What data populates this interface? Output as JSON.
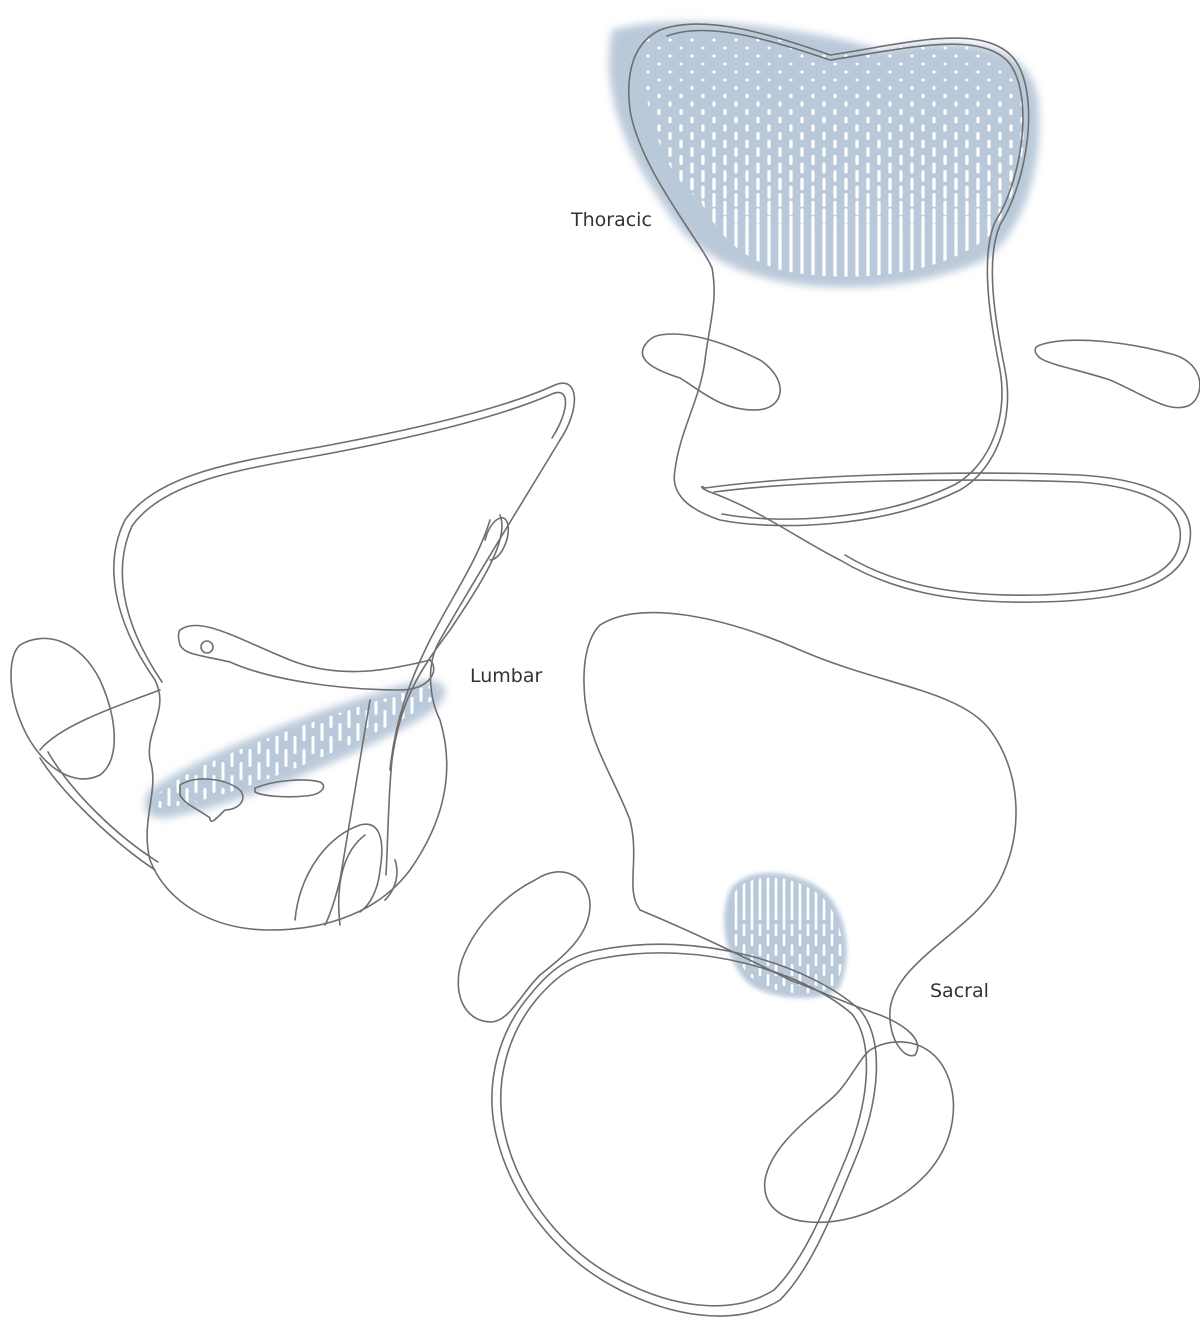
{
  "zones": [
    {
      "id": "thoracic",
      "label": "Thoracic"
    },
    {
      "id": "lumbar",
      "label": "Lumbar"
    },
    {
      "id": "sacral",
      "label": "Sacral"
    }
  ],
  "colors": {
    "support_zone": "#aebfd4",
    "support_zone_light": "#d6e0ec",
    "outline": "#6e6e6e",
    "label_text": "#333333",
    "background": "#ffffff"
  }
}
